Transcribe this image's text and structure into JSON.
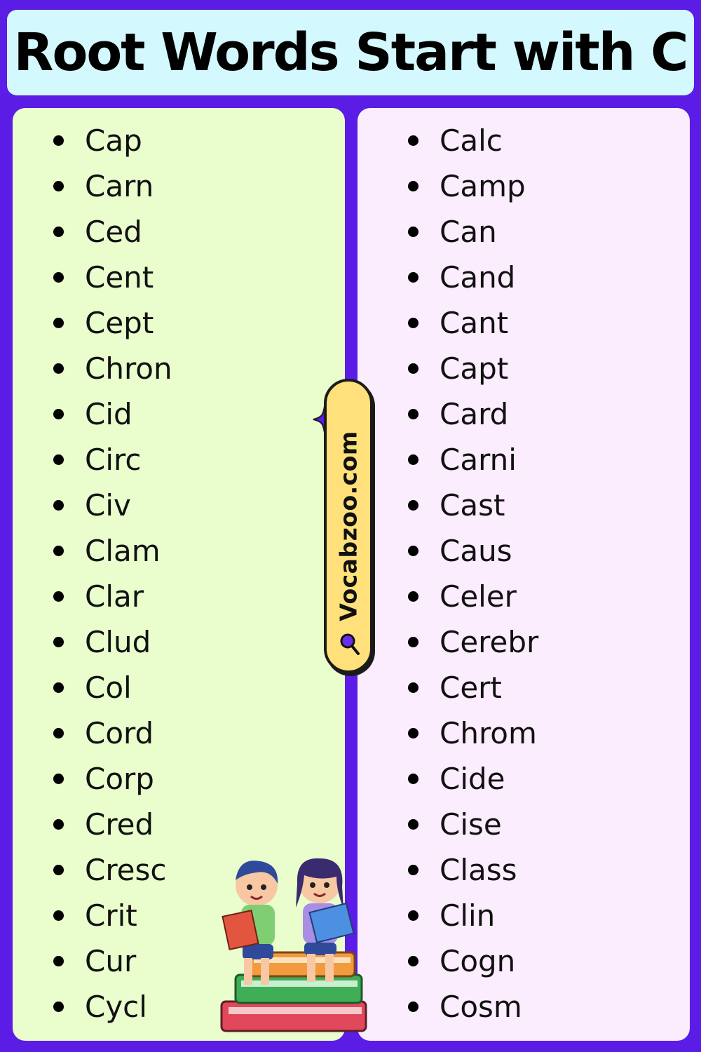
{
  "title": "Root Words Start with C",
  "watermark": "Vocabzoo.com",
  "colors": {
    "background": "#5b1ce6",
    "title_bar": "#d3f8fd",
    "left_panel": "#e9fdcd",
    "right_panel": "#fbedfd",
    "badge": "#ffe07a"
  },
  "icons": [
    "sparkle-icon",
    "search-icon",
    "kids-reading-illustration"
  ],
  "left_words": [
    "Cap",
    "Carn",
    "Ced",
    "Cent",
    "Cept",
    "Chron",
    "Cid",
    "Circ",
    "Civ",
    "Clam",
    "Clar",
    "Clud",
    "Col",
    "Cord",
    "Corp",
    "Cred",
    "Cresc",
    "Crit",
    "Cur",
    "Cycl"
  ],
  "right_words": [
    "Calc",
    "Camp",
    "Can",
    "Cand",
    "Cant",
    "Capt",
    "Card",
    "Carni",
    "Cast",
    "Caus",
    "Celer",
    "Cerebr",
    "Cert",
    "Chrom",
    "Cide",
    "Cise",
    "Class",
    "Clin",
    "Cogn",
    "Cosm"
  ]
}
